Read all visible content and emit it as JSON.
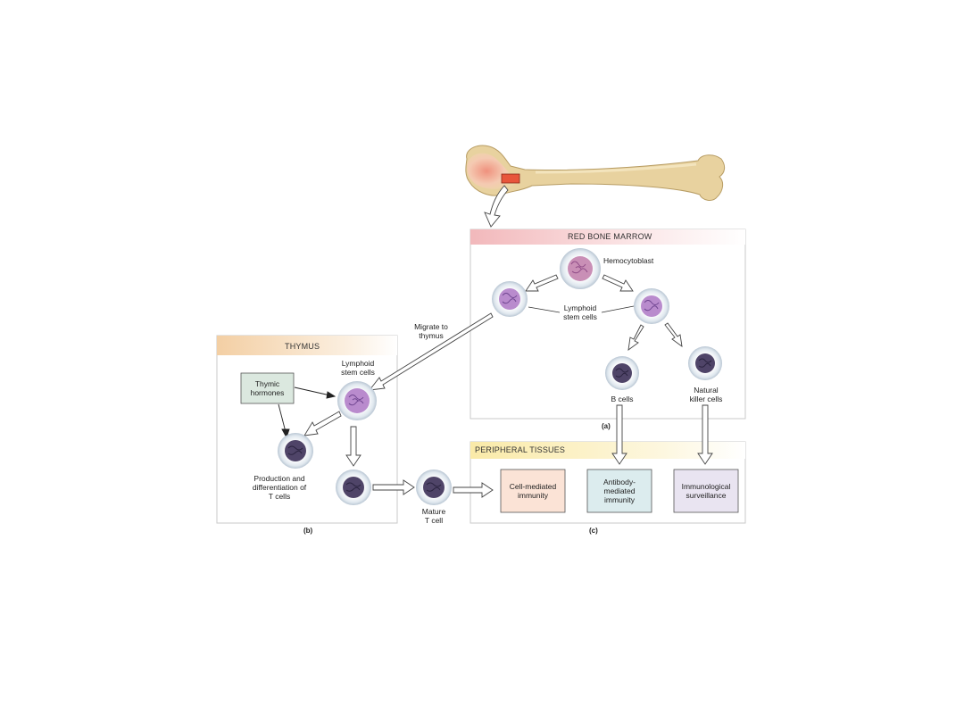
{
  "panels": {
    "marrow_title": "RED BONE MARROW",
    "thymus_title": "THYMUS",
    "peripheral_title": "PERIPHERAL TISSUES"
  },
  "labels": {
    "hemocytoblast": "Hemocytoblast",
    "lymphoid_stem_marrow": "Lymphoid\nstem cells",
    "migrate": "Migrate to\nthymus",
    "b_cells": "B cells",
    "nk_cells": "Natural\nkiller cells",
    "lymphoid_stem_thymus": "Lymphoid\nstem cells",
    "thymic_hormones": "Thymic\nhormones",
    "production": "Production and\ndifferentiation of\nT cells",
    "mature_t": "Mature\nT cell",
    "cell_mediated": "Cell-mediated\nimmunity",
    "antibody_mediated": "Antibody-\nmediated\nimmunity",
    "surveillance": "Immunological\nsurveillance"
  },
  "sublabels": {
    "a": "(a)",
    "b": "(b)",
    "c": "(c)"
  },
  "colors": {
    "panel_border": "#c8c8c8",
    "marrow_header": "#f4c6c8",
    "thymus_header": "#f5d9b8",
    "peripheral_header": "#fbeeb8",
    "hormone_box": "#dbe8df",
    "cell_mediated_box": "#fbe3d6",
    "antibody_box": "#dcecee",
    "surveillance_box": "#e9e4f1",
    "bone": "#e9d3a2",
    "stem_cell_nucleus": "#b88bc8",
    "mature_cell_nucleus": "#4a3f62"
  }
}
